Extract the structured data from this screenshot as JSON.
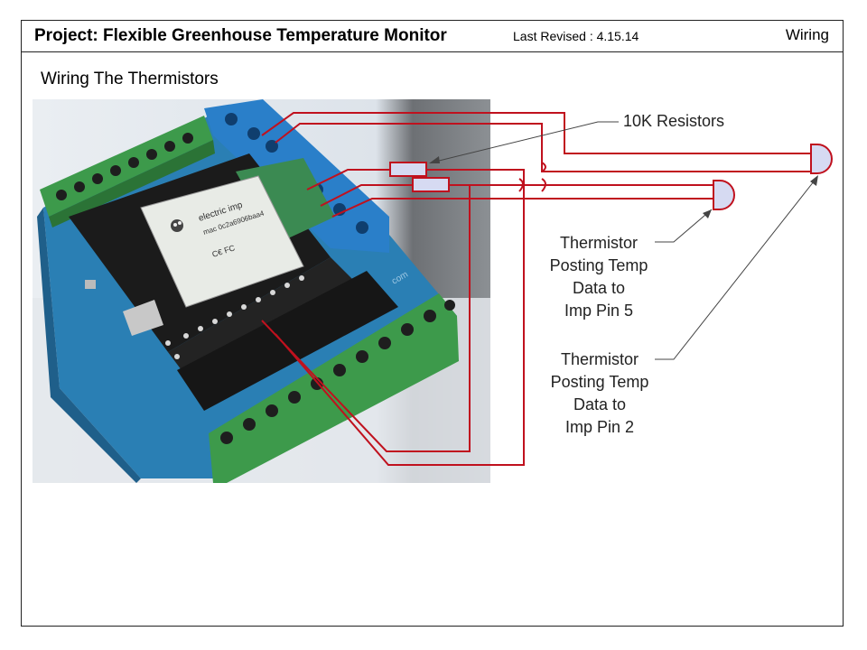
{
  "header": {
    "title": "Project: Flexible Greenhouse Temperature Monitor",
    "revised": "Last Revised : 4.15.14",
    "section": "Wiring"
  },
  "subtitle": "Wiring The Thermistors",
  "photo": {
    "board_label": "electric imp",
    "module_id": "mac 0c2a6906baa4",
    "fcc_mark": "C€ FC",
    "shield_text": "com"
  },
  "labels": {
    "resistors": "10K Resistors",
    "thermistor_pin5": [
      "Thermistor",
      "Posting Temp",
      "Data to",
      "Imp Pin 5"
    ],
    "thermistor_pin2": [
      "Thermistor",
      "Posting Temp",
      "Data to",
      "Imp Pin 2"
    ]
  },
  "colors": {
    "wire": "#c0111e",
    "component_fill": "#d6daf2",
    "board_blue": "#2a7fb4",
    "terminal_green": "#3d9a4b",
    "terminal_blue": "#2a7fc9"
  }
}
